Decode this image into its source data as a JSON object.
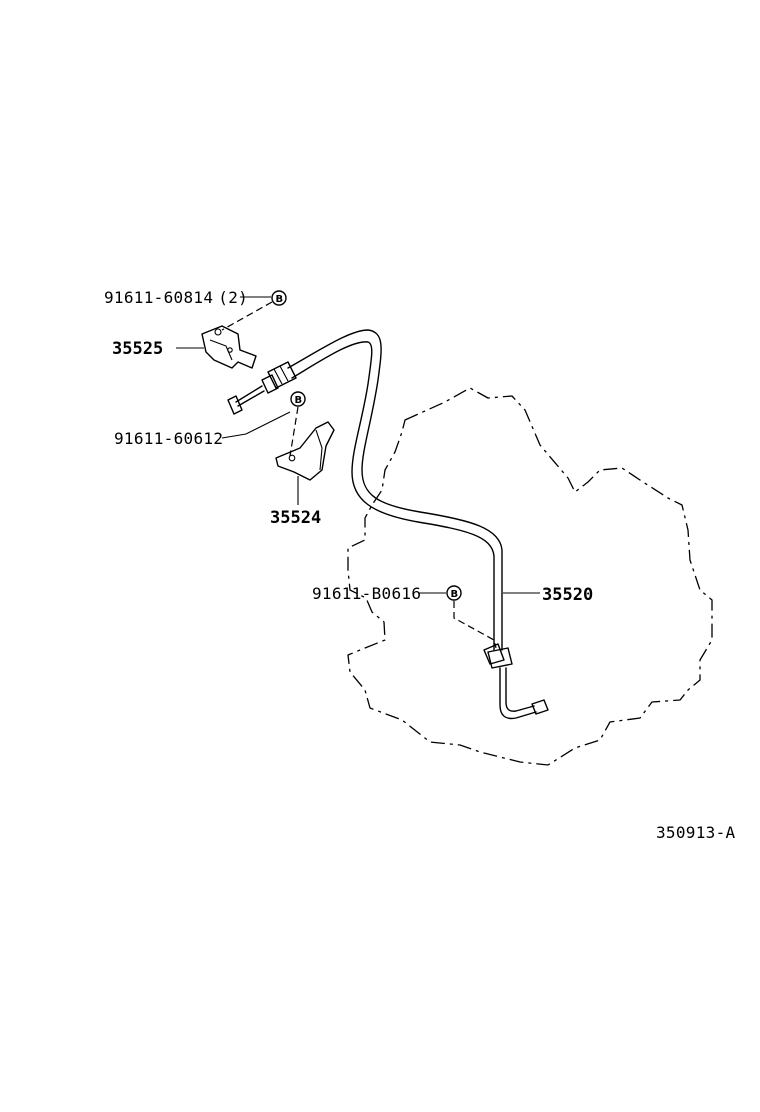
{
  "diagram": {
    "figure_code": "350913-A",
    "callouts": [
      {
        "id": "bolt-1",
        "part_number": "91611-60814",
        "qty": "(2)",
        "symbol": "B"
      },
      {
        "id": "bracket-upper",
        "part_number": "35525"
      },
      {
        "id": "bolt-2",
        "part_number": "91611-60612",
        "symbol": "B"
      },
      {
        "id": "bracket-lower",
        "part_number": "35524"
      },
      {
        "id": "bolt-3",
        "part_number": "91611-B0616",
        "symbol": "B"
      },
      {
        "id": "cable",
        "part_number": "35520"
      }
    ]
  }
}
